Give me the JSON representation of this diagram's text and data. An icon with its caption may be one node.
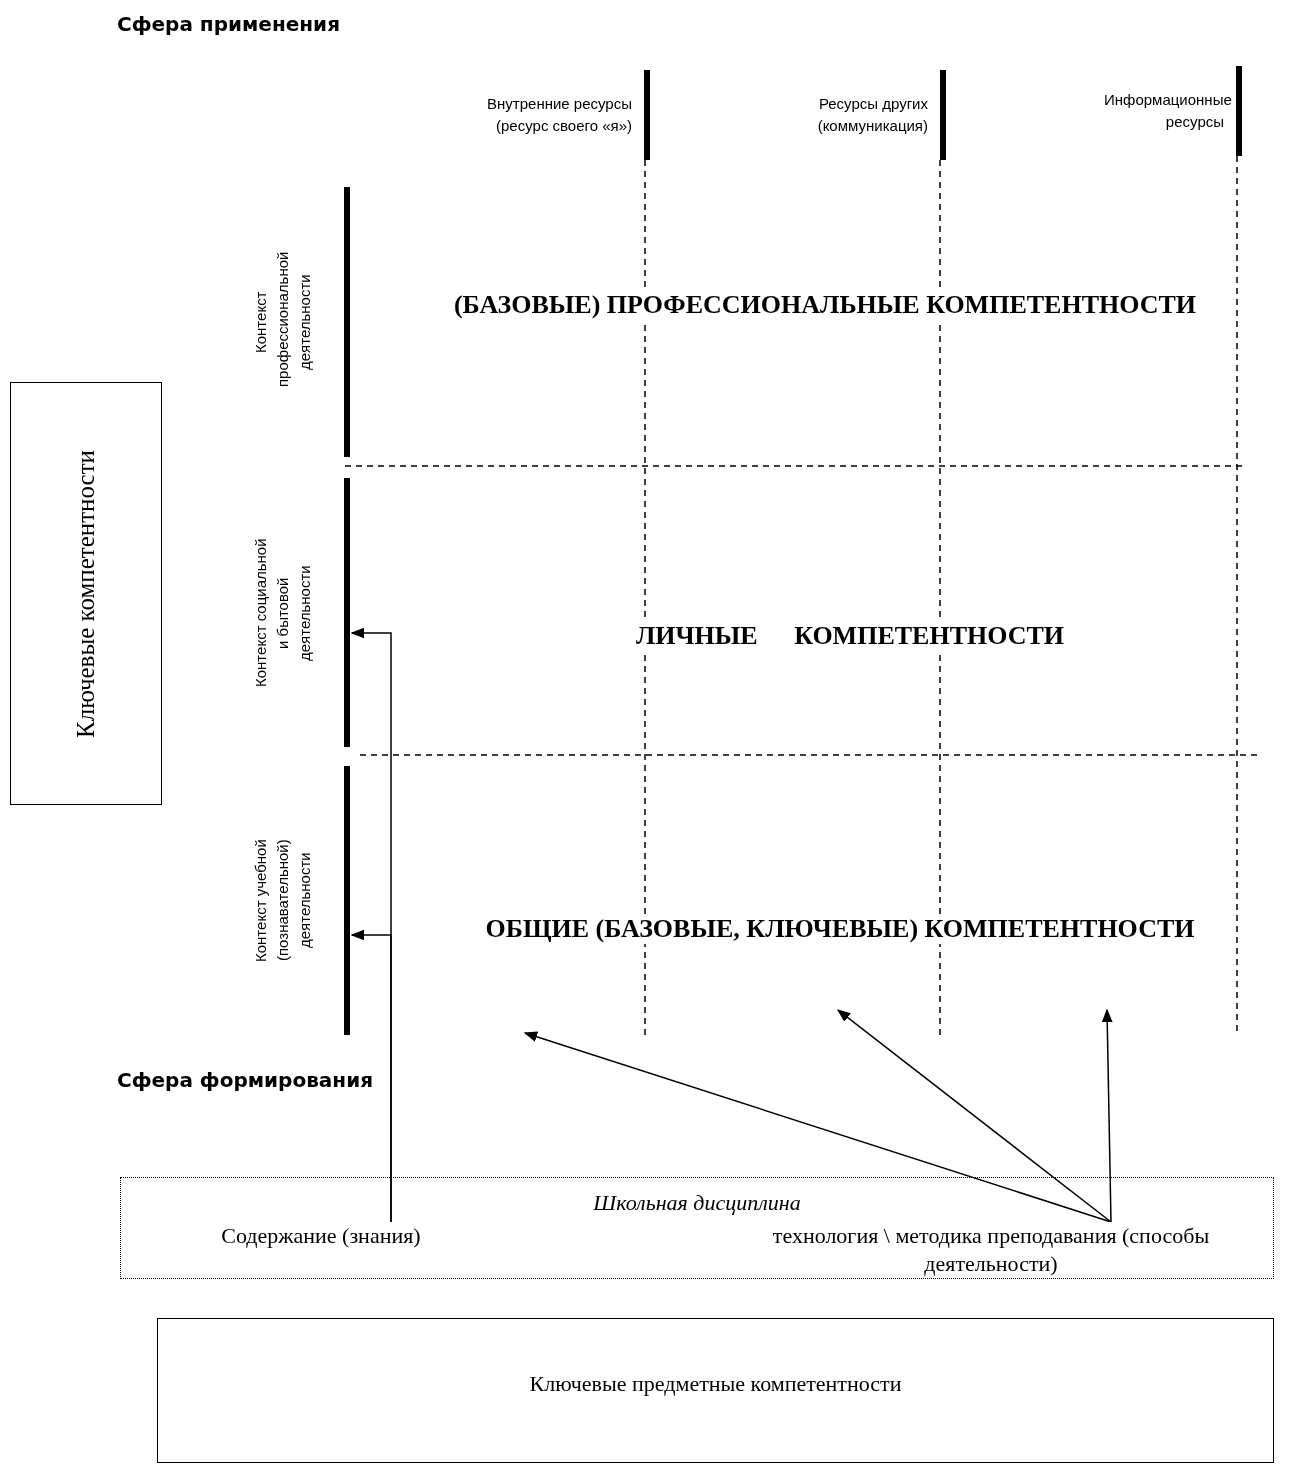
{
  "diagram": {
    "nodes": [
      {
        "text": [
          "Ключевые компетентности"
        ]
      },
      {
        "text": [
          "Внутренние ресурсы (ресурс своего «я»)"
        ]
      },
      {
        "text": [
          "Ресурсы других (коммуникация)"
        ]
      },
      {
        "text": [
          "Информационные ресурсы"
        ]
      },
      {
        "text": [
          "Контекст профессиональной деятельности"
        ]
      },
      {
        "text": [
          "Контекст социальной и бытовой деятельности"
        ]
      },
      {
        "text": [
          "Контекст учебной (познавательной) деятельности"
        ]
      },
      {
        "text": [
          "(БАЗОВЫЕ) ПРОФЕССИОНАЛЬНЫЕ КОМПЕТЕНТНОСТИ"
        ]
      },
      {
        "text": [
          "ЛИЧНЫЕ КОМПЕТЕНТНОСТИ"
        ]
      },
      {
        "text": [
          "ОБЩИЕ (БАЗОВЫЕ, КЛЮЧЕВЫЕ) КОМПЕТЕНТНОСТИ"
        ]
      },
      {
        "text": [
          "Школьная дисциплина"
        ]
      },
      {
        "text": [
          "Содержание (знания)"
        ],
        "in": 10
      },
      {
        "text": [
          "технология \\ методика преподавания (способы деятельности)"
        ],
        "in": 10
      },
      {
        "text": [
          "Ключевые предметные компетентности"
        ]
      }
    ],
    "edges": [
      {
        "from": 11,
        "to": 5,
        "arrow": "to"
      },
      {
        "from": 11,
        "to": 6,
        "arrow": "to"
      },
      {
        "from": 12,
        "to": null,
        "arrow": "to"
      },
      {
        "from": 12,
        "to": null,
        "arrow": "to"
      },
      {
        "from": 12,
        "to": null,
        "arrow": "to"
      }
    ],
    "labels": [
      "Сфера применения",
      "Сфера формирования"
    ]
  }
}
